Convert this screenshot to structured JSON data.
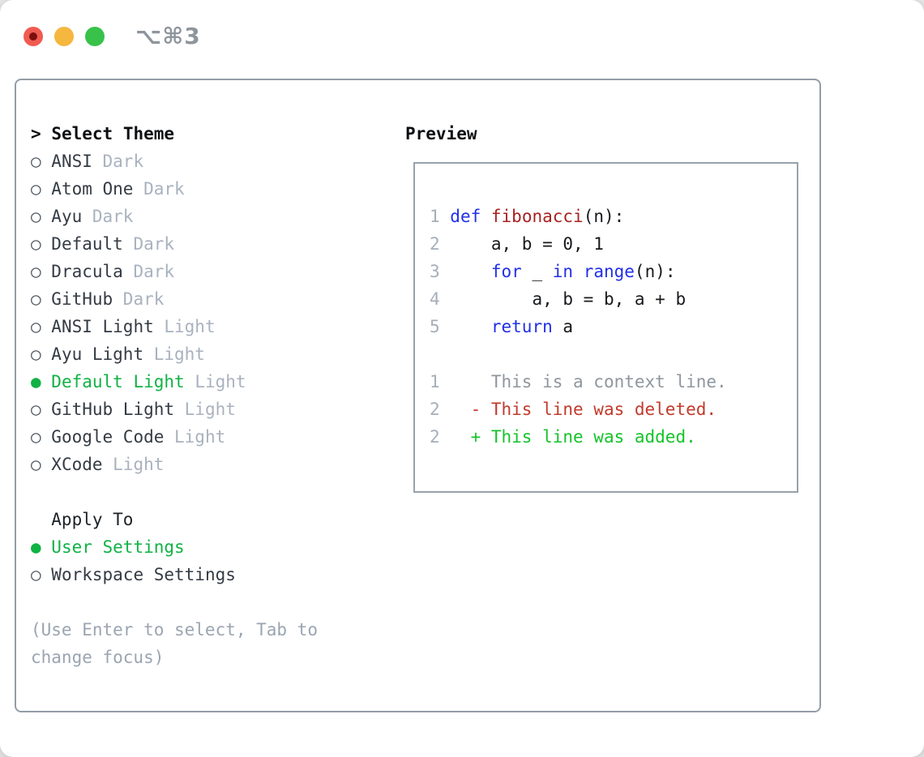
{
  "window": {
    "shortcut_label": "⌥⌘3",
    "controls": [
      {
        "name": "close",
        "color": "#f05b51"
      },
      {
        "name": "minimize",
        "color": "#f6b73e"
      },
      {
        "name": "zoom",
        "color": "#38c24a"
      }
    ]
  },
  "theme_picker": {
    "prompt": ">",
    "title": "Select Theme",
    "radio_selected_glyph": "●",
    "radio_unselected_glyph": "○",
    "items": [
      {
        "name": "ANSI",
        "tag": "Dark",
        "selected": false
      },
      {
        "name": "Atom One",
        "tag": "Dark",
        "selected": false
      },
      {
        "name": "Ayu",
        "tag": "Dark",
        "selected": false
      },
      {
        "name": "Default",
        "tag": "Dark",
        "selected": false
      },
      {
        "name": "Dracula",
        "tag": "Dark",
        "selected": false
      },
      {
        "name": "GitHub",
        "tag": "Dark",
        "selected": false
      },
      {
        "name": "ANSI Light",
        "tag": "Light",
        "selected": false
      },
      {
        "name": "Ayu Light",
        "tag": "Light",
        "selected": false
      },
      {
        "name": "Default Light",
        "tag": "Light",
        "selected": true
      },
      {
        "name": "GitHub Light",
        "tag": "Light",
        "selected": false
      },
      {
        "name": "Google Code",
        "tag": "Light",
        "selected": false
      },
      {
        "name": "XCode",
        "tag": "Light",
        "selected": false
      }
    ],
    "apply_to": {
      "title": "Apply To",
      "options": [
        {
          "label": "User Settings",
          "selected": true
        },
        {
          "label": "Workspace Settings",
          "selected": false
        }
      ]
    },
    "help_lines": [
      "(Use Enter to select, Tab to",
      "change focus)"
    ]
  },
  "preview": {
    "title": "Preview",
    "code_lines": [
      {
        "num": "1",
        "segments": [
          {
            "text": "def",
            "style": "keyword"
          },
          {
            "text": " ",
            "style": "plain"
          },
          {
            "text": "fibonacci",
            "style": "function"
          },
          {
            "text": "(n):",
            "style": "plain"
          }
        ]
      },
      {
        "num": "2",
        "segments": [
          {
            "text": "    a, b = 0, 1",
            "style": "plain"
          }
        ]
      },
      {
        "num": "3",
        "segments": [
          {
            "text": "    ",
            "style": "plain"
          },
          {
            "text": "for",
            "style": "keyword"
          },
          {
            "text": " _ ",
            "style": "plain"
          },
          {
            "text": "in",
            "style": "keyword"
          },
          {
            "text": " ",
            "style": "plain"
          },
          {
            "text": "range",
            "style": "keyword"
          },
          {
            "text": "(n):",
            "style": "plain"
          }
        ]
      },
      {
        "num": "4",
        "segments": [
          {
            "text": "        a, b = b, a + b",
            "style": "plain"
          }
        ]
      },
      {
        "num": "5",
        "segments": [
          {
            "text": "    ",
            "style": "plain"
          },
          {
            "text": "return",
            "style": "keyword"
          },
          {
            "text": " a",
            "style": "plain"
          }
        ]
      }
    ],
    "diff_lines": [
      {
        "num": "1",
        "text": "    This is a context line.",
        "kind": "context"
      },
      {
        "num": "2",
        "text": "  - This line was deleted.",
        "kind": "deleted"
      },
      {
        "num": "2",
        "text": "  + This line was added.",
        "kind": "added"
      }
    ]
  },
  "colors": {
    "selection_green": "#10b244",
    "added_green": "#15c32a",
    "deleted_red": "#c23a2c",
    "keyword_blue": "#2130e6",
    "function_red": "#a92121",
    "tag_gray": "#a9b2bf",
    "context_gray": "#8e969e",
    "line_number_gray": "#a6aeb9",
    "help_gray": "#9aa5b1",
    "text_dark": "#343b44",
    "border_gray": "#939da8",
    "traffic_red": "#f05b51",
    "traffic_yellow": "#f6b73e",
    "traffic_green": "#38c24a"
  }
}
